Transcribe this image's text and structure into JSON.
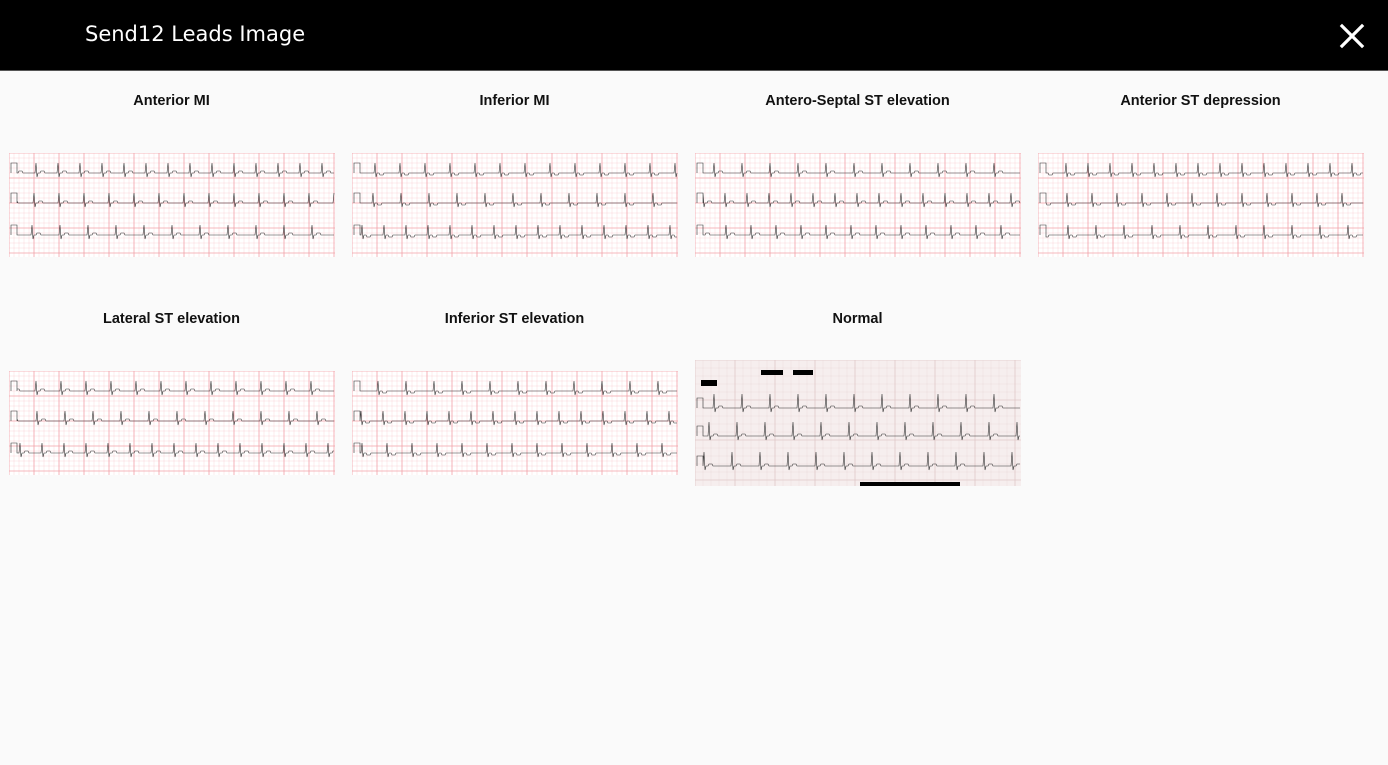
{
  "header": {
    "title": "Send12 Leads Image",
    "close_icon": "close-icon"
  },
  "colors": {
    "header_bg": "#000000",
    "grid": "#f2a0a8",
    "trace": "#333333"
  },
  "images": [
    {
      "label": "Anterior MI"
    },
    {
      "label": "Inferior MI"
    },
    {
      "label": "Antero-Septal ST elevation"
    },
    {
      "label": "Anterior ST depression"
    },
    {
      "label": "Lateral ST elevation"
    },
    {
      "label": "Inferior ST elevation"
    },
    {
      "label": "Normal"
    }
  ]
}
